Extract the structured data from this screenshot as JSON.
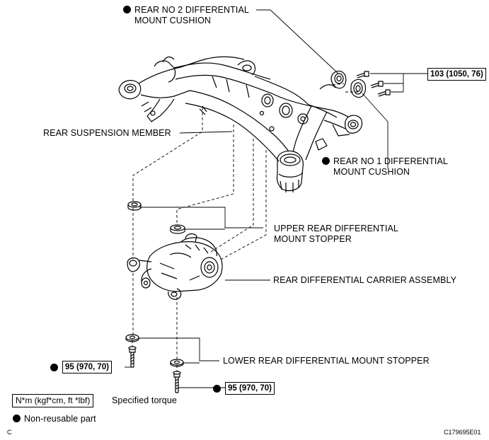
{
  "labels": {
    "no2_cushion_line1": "REAR NO  2 DIFFERENTIAL",
    "no2_cushion_line2": "MOUNT CUSHION",
    "suspension_member": "REAR SUSPENSION MEMBER",
    "no1_cushion_line1": "REAR NO  1 DIFFERENTIAL",
    "no1_cushion_line2": "MOUNT CUSHION",
    "upper_stopper_line1": "UPPER REAR DIFFERENTIAL",
    "upper_stopper_line2": "MOUNT STOPPER",
    "carrier_assembly": "REAR DIFFERENTIAL CARRIER ASSEMBLY",
    "lower_stopper": "LOWER REAR DIFFERENTIAL MOUNT STOPPER"
  },
  "torques": {
    "upper_right": "103 (1050, 76)",
    "lower_left": "95 (970, 70)",
    "lower_right": "95 (970, 70)"
  },
  "legend": {
    "torque_units": "N*m (kgf*cm, ft *lbf)",
    "torque_desc": "Specified torque",
    "non_reusable": "Non-reusable part"
  },
  "footer": {
    "corner_letter": "C",
    "figure_code": "C179695E01"
  }
}
